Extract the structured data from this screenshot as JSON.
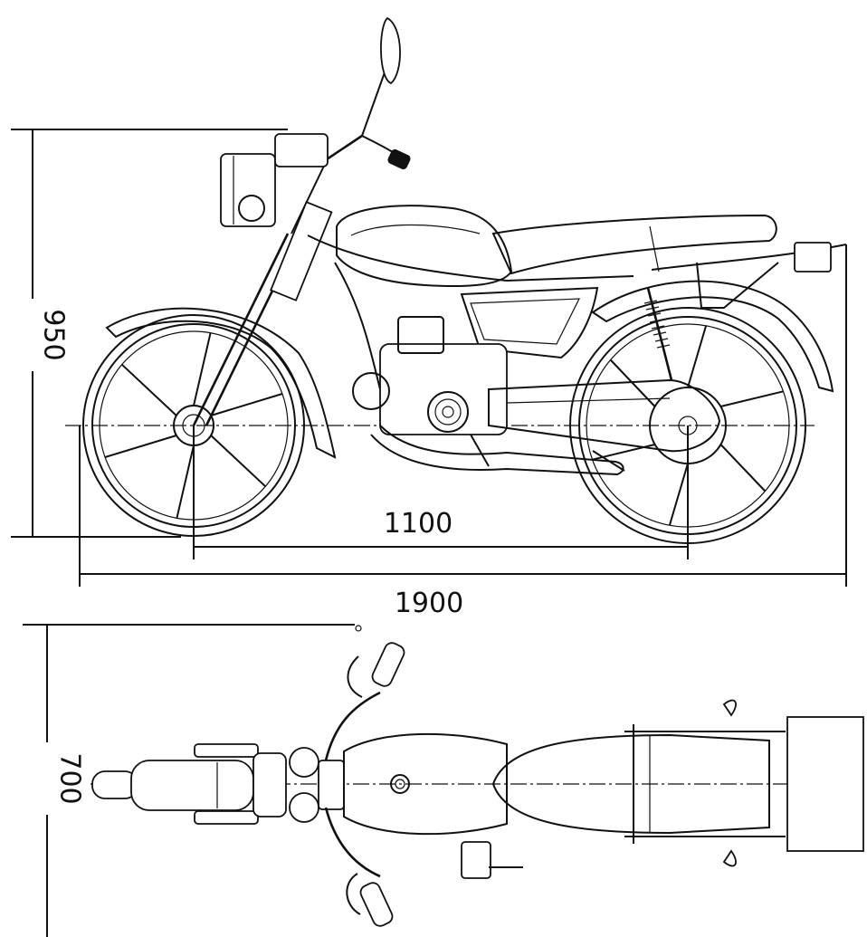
{
  "dimensions": {
    "height": "950",
    "wheelbase": "1100",
    "length": "1900",
    "width": "700"
  },
  "colors": {
    "line": "#111111",
    "background": "#ffffff"
  }
}
